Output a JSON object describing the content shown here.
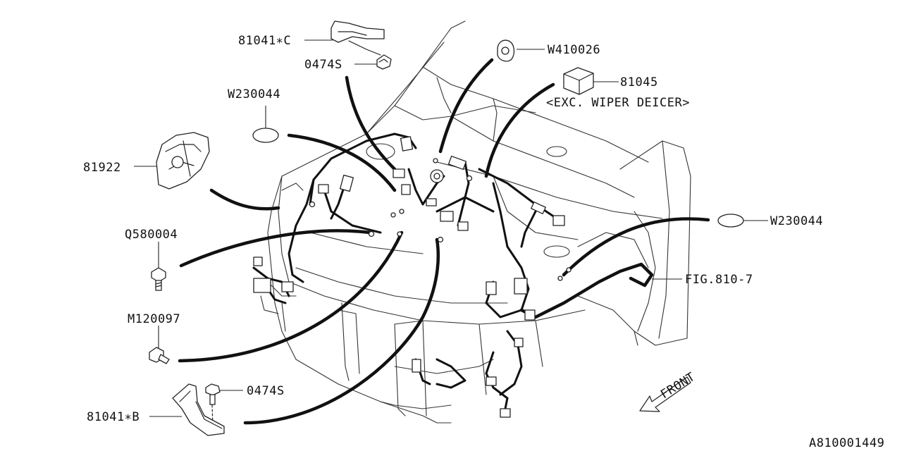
{
  "diagram_id": "A810001449",
  "labels": {
    "bracket_c": "81041∗C",
    "bolt_top": "0474S",
    "clip_top": "W410026",
    "connector": "81045",
    "connector_note": "<EXC. WIPER DEICER>",
    "grommet_left": "W230044",
    "cover": "81922",
    "bolt_q": "Q580004",
    "bolt_m": "M120097",
    "bolt_bottom": "0474S",
    "bracket_b": "81041∗B",
    "grommet_right": "W230044",
    "fig_ref": "FIG.810-7",
    "front": "FRONT"
  }
}
